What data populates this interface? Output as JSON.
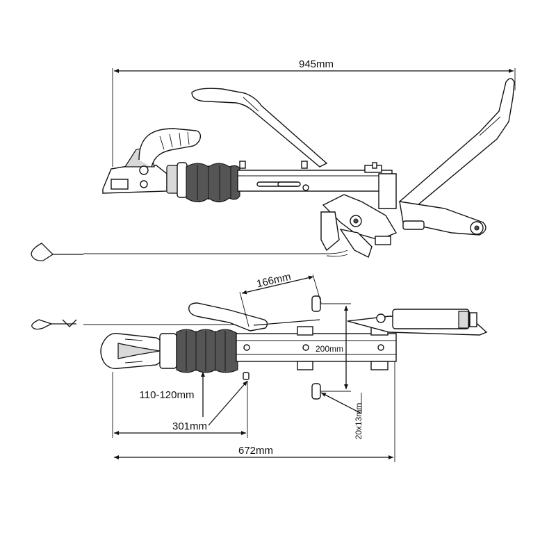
{
  "dimensions": {
    "overall_length": "945mm",
    "handle_offset": "166mm",
    "bolt_spacing": "200mm",
    "height_range": "110-120mm",
    "front_to_bolt": "301mm",
    "mount_length": "672mm",
    "slot_size": "20x13mm"
  }
}
